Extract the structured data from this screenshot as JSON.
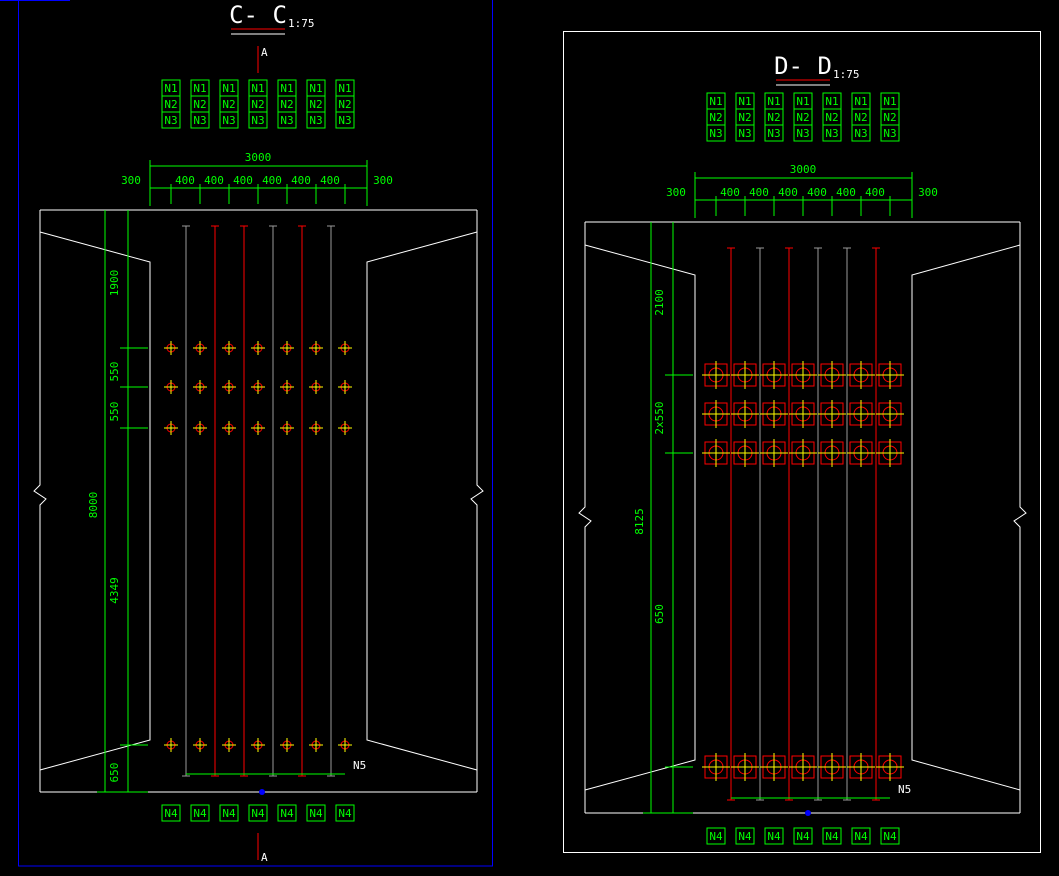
{
  "colors": {
    "green": "#00ff00",
    "red": "#ff0000",
    "white": "#ffffff",
    "yellow": "#ffff00",
    "grey": "#9a9a9a",
    "blue": "#0000ff"
  },
  "sections": [
    {
      "id": "c-c",
      "title": "C- C",
      "scale": "1:75",
      "cut_label": "A",
      "top_labels": [
        "N1",
        "N2",
        "N3"
      ],
      "bottom_label": "N4",
      "bar_label": "N5",
      "overall_dim": "3000",
      "edge_dims": [
        "300",
        "300"
      ],
      "spacing_dims": [
        "400",
        "400",
        "400",
        "400",
        "400",
        "400"
      ],
      "vertical_dims": [
        "1900",
        "550",
        "550",
        "4349",
        "650"
      ],
      "total_height": "8000",
      "boxed_ducts": false
    },
    {
      "id": "d-d",
      "title": "D- D",
      "scale": "1:75",
      "cut_label": "",
      "top_labels": [
        "N1",
        "N2",
        "N3"
      ],
      "bottom_label": "N4",
      "bar_label": "N5",
      "overall_dim": "3000",
      "edge_dims": [
        "300",
        "300"
      ],
      "spacing_dims": [
        "400",
        "400",
        "400",
        "400",
        "400",
        "400"
      ],
      "vertical_dims": [
        "2100",
        "2x550",
        "650"
      ],
      "total_height": "8125",
      "boxed_ducts": true
    }
  ]
}
